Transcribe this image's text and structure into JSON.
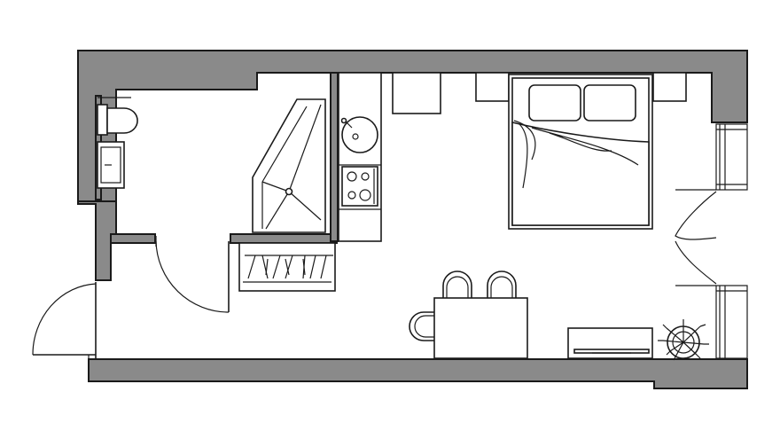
{
  "diagram": {
    "type": "floor-plan",
    "rooms": [
      "bathroom",
      "kitchenette",
      "living-bedroom"
    ],
    "fixtures": [
      "toilet",
      "bathroom-sink",
      "corner-shower",
      "kitchen-sink",
      "cooktop",
      "wardrobe",
      "double-bed",
      "nightstand",
      "desk",
      "dining-table",
      "chair",
      "tv-unit",
      "potted-plant"
    ],
    "doors": [
      "entrance-door",
      "bathroom-door",
      "balcony-door-left",
      "balcony-door-right"
    ],
    "windows": 2,
    "colors": {
      "wall": "#8a8a8a",
      "line": "#1a1a1a",
      "floor": "#ffffff"
    }
  }
}
